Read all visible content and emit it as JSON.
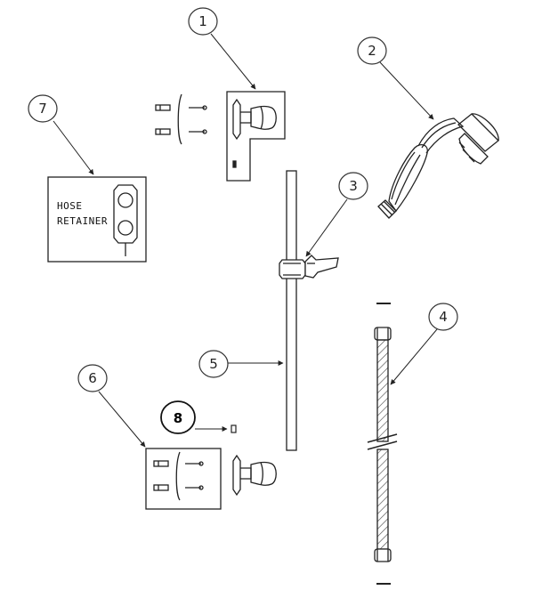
{
  "callouts": {
    "c1": "1",
    "c2": "2",
    "c3": "3",
    "c4": "4",
    "c5": "5",
    "c6": "6",
    "c7": "7",
    "c8": "8"
  },
  "hose_retainer_label": {
    "line1": "HOSE",
    "line2": "RETAINER"
  },
  "colors": {
    "line": "#222222",
    "background": "#ffffff"
  }
}
